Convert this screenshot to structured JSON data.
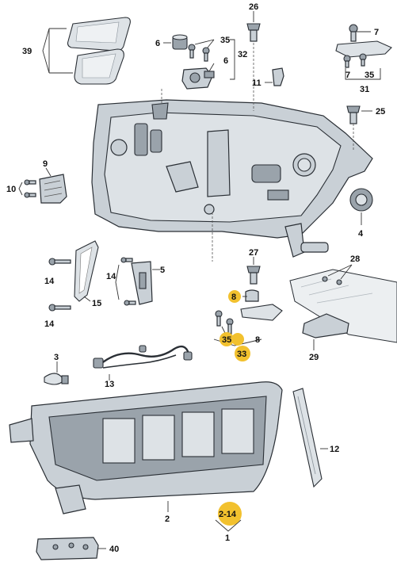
{
  "highlight_color": "#f2c12e",
  "labels": {
    "p39": "39",
    "p26": "26",
    "p6a": "6",
    "p35a": "35",
    "p32": "32",
    "p6b": "6",
    "p11": "11",
    "p7a": "7",
    "p7b": "7",
    "p35b": "35",
    "p31": "31",
    "p25": "25",
    "p9": "9",
    "p10": "10",
    "p4": "4",
    "p27": "27",
    "p28": "28",
    "p5": "5",
    "p14a": "14",
    "p14b": "14",
    "p14c": "14",
    "p15": "15",
    "p8a": "8",
    "p8b": "8",
    "p35c": "35",
    "p33": "33",
    "p29": "29",
    "p3": "3",
    "p13": "13",
    "p12": "12",
    "p2": "2",
    "p214": "2-14",
    "p1": "1",
    "p40": "40"
  }
}
